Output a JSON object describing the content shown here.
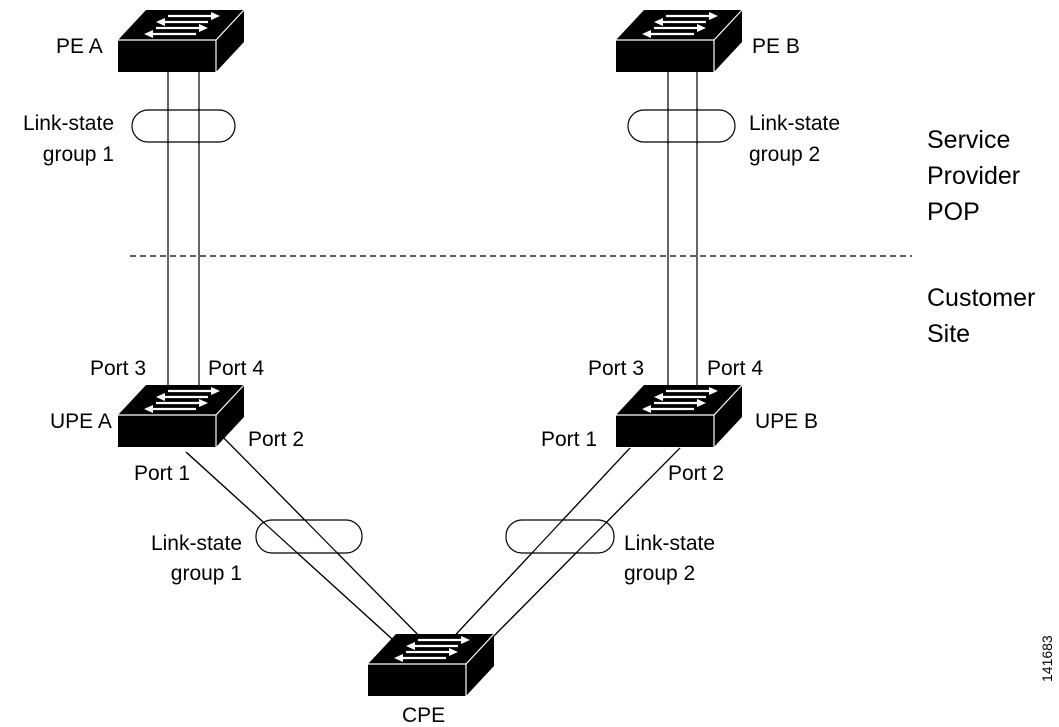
{
  "nodes": {
    "pe_a": "PE A",
    "pe_b": "PE B",
    "upe_a": "UPE A",
    "upe_b": "UPE B",
    "cpe": "CPE"
  },
  "groups": {
    "top_left_line1": "Link-state",
    "top_left_line2": "group 1",
    "top_right_line1": "Link-state",
    "top_right_line2": "group 2",
    "bottom_left_line1": "Link-state",
    "bottom_left_line2": "group 1",
    "bottom_right_line1": "Link-state",
    "bottom_right_line2": "group 2"
  },
  "ports": {
    "upe_a_port3": "Port 3",
    "upe_a_port4": "Port 4",
    "upe_a_port2": "Port 2",
    "upe_a_port1": "Port 1",
    "upe_b_port3": "Port 3",
    "upe_b_port4": "Port 4",
    "upe_b_port1": "Port 1",
    "upe_b_port2": "Port 2"
  },
  "zones": {
    "provider_line1": "Service",
    "provider_line2": "Provider",
    "provider_line3": "POP",
    "customer_line1": "Customer",
    "customer_line2": "Site"
  },
  "figure_id": "141683"
}
